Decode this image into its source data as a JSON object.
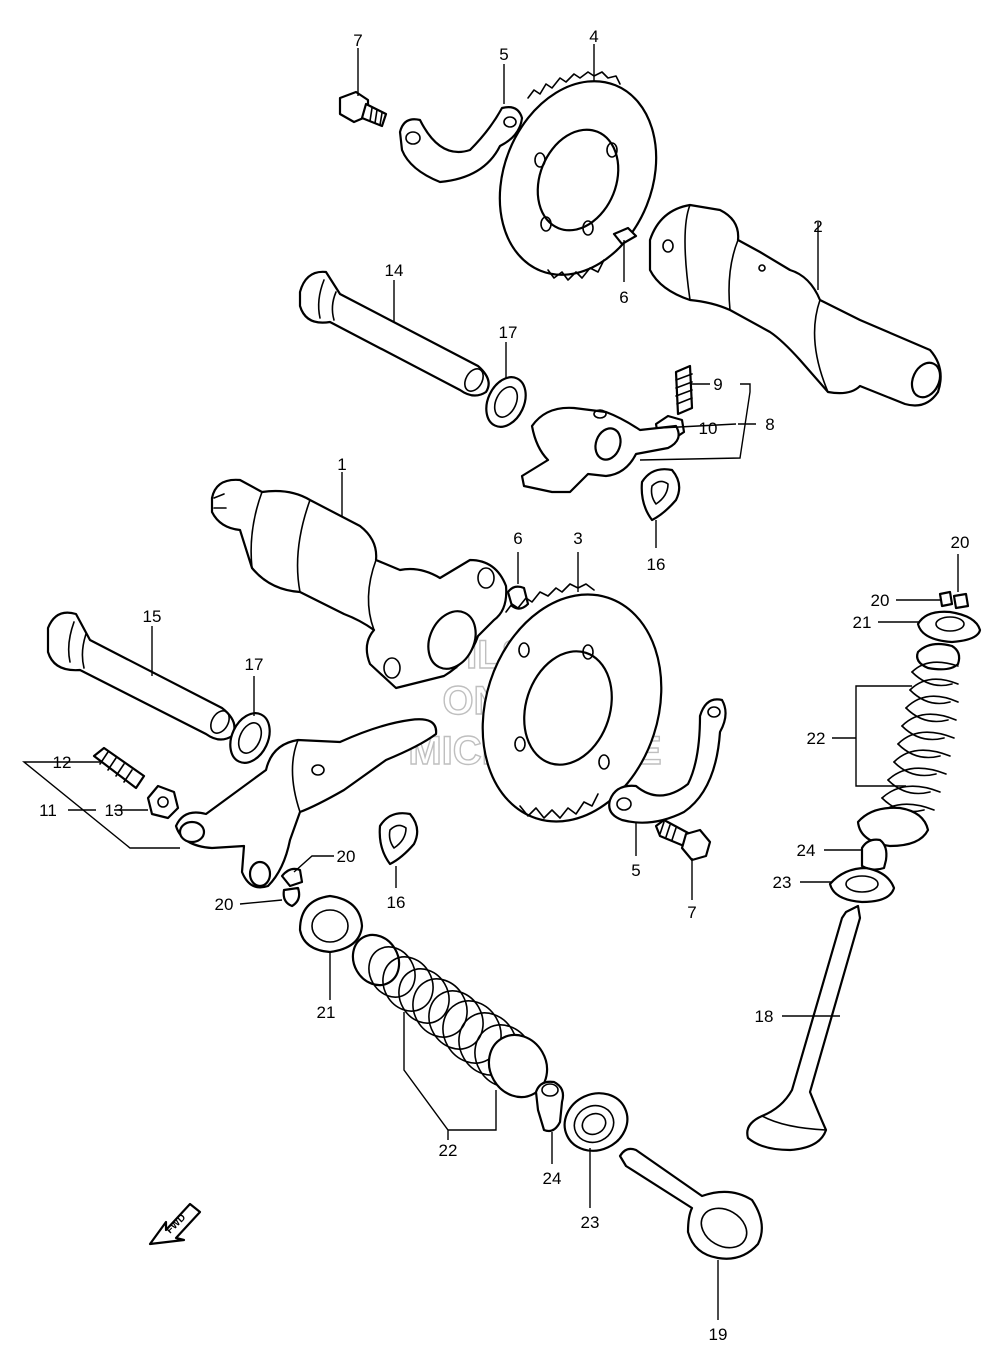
{
  "callouts": {
    "c1": "1",
    "c2": "2",
    "c3": "3",
    "c4": "4",
    "c5a": "5",
    "c5b": "5",
    "c6a": "6",
    "c6b": "6",
    "c7a": "7",
    "c7b": "7",
    "c8": "8",
    "c9": "9",
    "c10": "10",
    "c11": "11",
    "c12": "12",
    "c13": "13",
    "c14": "14",
    "c15": "15",
    "c16a": "16",
    "c16b": "16",
    "c17a": "17",
    "c17b": "17",
    "c18": "18",
    "c19": "19",
    "c20a": "20",
    "c20b": "20",
    "c20c": "20",
    "c20d": "20",
    "c21a": "21",
    "c21b": "21",
    "c22a": "22",
    "c22b": "22",
    "c23a": "23",
    "c23b": "23",
    "c24a": "24",
    "c24b": "24"
  },
  "watermark": {
    "line1": "HLSM",
    "line2": "ONLINE",
    "line3": "MICROFICHE"
  },
  "fwd_label": "FWD",
  "colors": {
    "ink": "#000000",
    "paper": "#ffffff",
    "watermark": "#bfbfbf"
  }
}
